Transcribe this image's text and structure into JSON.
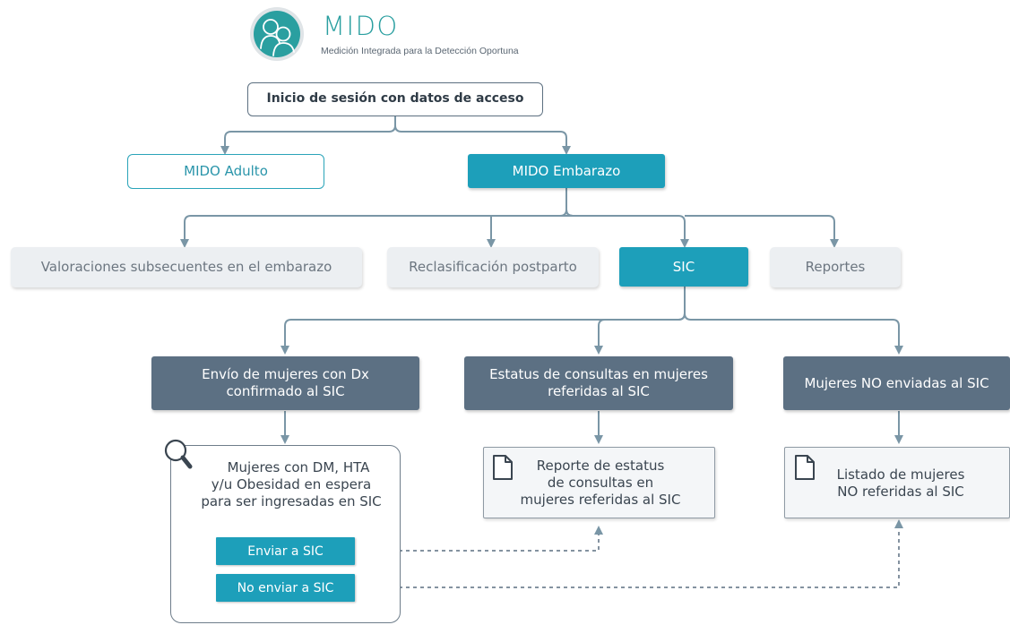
{
  "logo": {
    "title": "MIDO",
    "subtitle": "Medición Integrada para la Detección Oportuna"
  },
  "nodes": {
    "login": "Inicio de sesión con datos de acceso",
    "mido_adulto": "MIDO Adulto",
    "mido_embarazo": "MIDO Embarazo",
    "valoraciones": "Valoraciones subsecuentes en el embarazo",
    "reclasificacion": "Reclasificación postparto",
    "sic": "SIC",
    "reportes": "Reportes",
    "envio_line1": "Envío de mujeres con Dx",
    "envio_line2": "confirmado al SIC",
    "estatus_line1": "Estatus de consultas en mujeres",
    "estatus_line2": "referidas al SIC",
    "no_enviadas": "Mujeres NO enviadas al SIC"
  },
  "panels": {
    "espera": {
      "line1": "Mujeres con DM, HTA",
      "line2": "y/u Obesidad en espera",
      "line3": "para ser ingresadas en SIC",
      "icon": "magnifier-icon",
      "button_enviar": "Enviar a SIC",
      "button_no_enviar": "No enviar a SIC"
    },
    "reporte": {
      "line1": "Reporte de estatus",
      "line2": "de consultas en",
      "line3": "mujeres referidas al SIC",
      "icon": "document-icon"
    },
    "listado": {
      "line1": "Listado de mujeres",
      "line2": "NO referidas al SIC",
      "icon": "document-icon"
    }
  },
  "colors": {
    "teal": "#1d9fba",
    "slate": "#5c7083",
    "grey": "#eceff2",
    "connector": "#7a96a6",
    "logo": "#2a9fa0"
  }
}
